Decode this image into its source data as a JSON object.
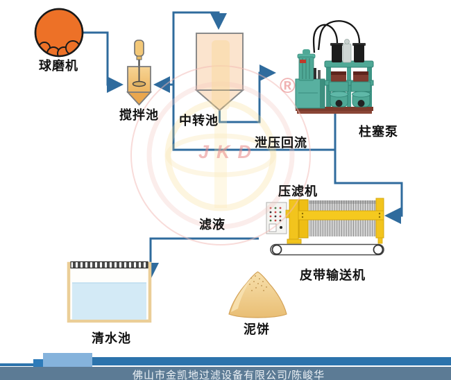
{
  "equipment_labels": {
    "ball_mill": "球磨机",
    "mixing_tank": "搅拌池",
    "transfer_tank": "中转池",
    "plunger_pump": "柱塞泵",
    "filter_press": "压滤机",
    "belt_conveyor": "皮带输送机",
    "clear_water_tank": "清水池",
    "mud_cake": "泥饼"
  },
  "flow_labels": {
    "pressure_relief_return": "泄压回流",
    "filtrate": "滤液"
  },
  "watermark": {
    "logo_text": "JKD",
    "registered_mark": "®"
  },
  "footer": {
    "company_line": "佛山市金凯地过滤设备有限公司/陈峻华"
  },
  "colors": {
    "flow_line": "#2F6B9D",
    "ball_mill_orange": "#ED7127",
    "machine_yellow": "#F2C41D",
    "pump_teal": "#4FA896",
    "water_blue": "#D3EAF6",
    "sand_tan": "#EDC47F",
    "footer_band": "#5C7B95",
    "footer_bar_blue": "#2C73AC",
    "watermark_pink": "#F2B9B4",
    "watermark_yellow": "#F7D98A"
  },
  "process_flow": [
    "球磨机 → 搅拌池",
    "搅拌池 → 中转池",
    "中转池 → 柱塞泵",
    "柱塞泵 → 泄压回流 → 搅拌池",
    "柱塞泵 → 压滤机",
    "压滤机 → 滤液 → 清水池",
    "压滤机 → 皮带输送机 → 泥饼"
  ]
}
